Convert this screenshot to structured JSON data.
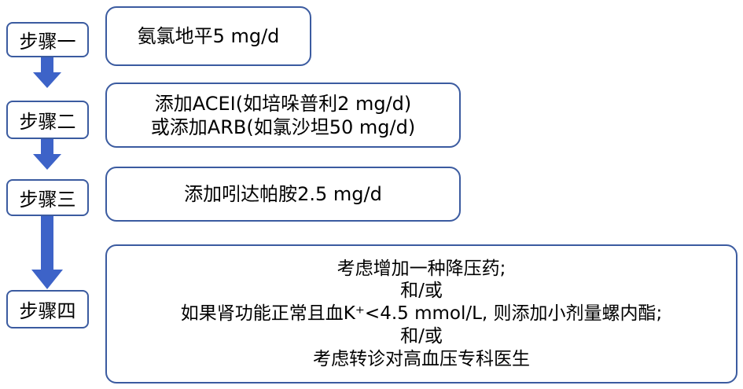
{
  "colors": {
    "border": "#3b5ba0",
    "arrow": "#3d63c8"
  },
  "steps": [
    {
      "label": "步骤一",
      "lines": [
        "氨氯地平5 mg/d"
      ]
    },
    {
      "label": "步骤二",
      "lines": [
        "添加ACEI(如培哚普利2 mg/d)",
        "或添加ARB(如氯沙坦50 mg/d)"
      ]
    },
    {
      "label": "步骤三",
      "lines": [
        "添加吲达帕胺2.5 mg/d"
      ]
    },
    {
      "label": "步骤四",
      "lines": [
        "考虑增加一种降压药;",
        "和/或",
        "如果肾功能正常且血K⁺<4.5 mmol/L, 则添加小剂量螺内酯;",
        "和/或",
        "考虑转诊对高血压专科医生"
      ]
    }
  ]
}
